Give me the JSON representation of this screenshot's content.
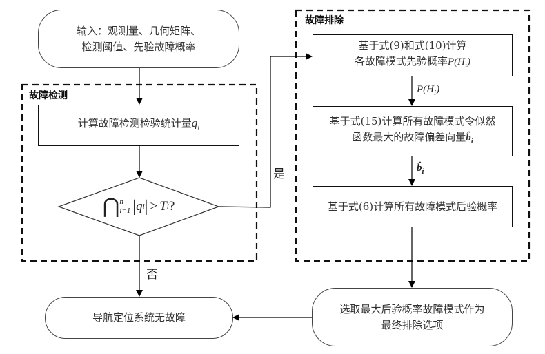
{
  "diagram": {
    "type": "flowchart",
    "groups": {
      "detection": {
        "title": "故障检测"
      },
      "exclusion": {
        "title": "故障排除"
      }
    },
    "nodes": {
      "input": {
        "line1": "输入：观测量、几何矩阵、",
        "line2": "检测阈值、先验故障概率"
      },
      "compute_stat": {
        "text": "计算故障检测检验统计量",
        "var": "q",
        "sub": "i"
      },
      "decision": {
        "op": "⋂",
        "sup": "n",
        "sub": "i=1",
        "expr_var": "q",
        "expr_sub": "i",
        "cmp": "> ",
        "threshold": "T",
        "threshold_sub": "i",
        "question": " ?"
      },
      "prior": {
        "line1": "基于式(9)和式(10)计算",
        "line2": "各故障模式先验概率",
        "var": "P(H",
        "var_sub": "i",
        "var_close": ")"
      },
      "bias": {
        "line1": "基于式(15)计算所有故障模式令似然",
        "line2": "函数最大的故障偏差向量",
        "var": "b̂",
        "var_sub": "i"
      },
      "posterior": {
        "text": "基于式(6)计算所有故障模式后验概率"
      },
      "select": {
        "line1": "选取最大后验概率故障模式作为",
        "line2": "最终排除选项"
      },
      "no_fault": {
        "text": "导航定位系统无故障"
      }
    },
    "edges": {
      "yes_label": "是",
      "no_label": "否",
      "prior_to_bias": {
        "var": "P(H",
        "sub": "i",
        "close": ")"
      },
      "bias_to_posterior": {
        "var": "b̂",
        "sub": "i"
      }
    }
  }
}
